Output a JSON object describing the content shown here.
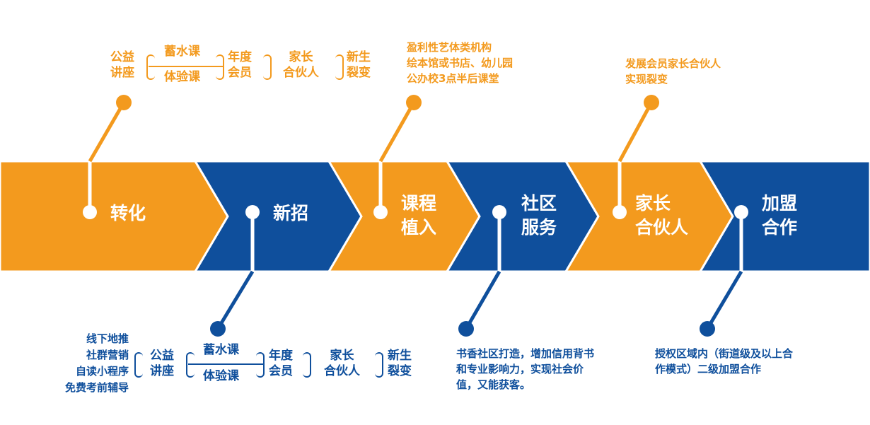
{
  "colors": {
    "orange": "#F39A1E",
    "blue": "#0F4F9C"
  },
  "stages": [
    {
      "label": "转化",
      "color": "orange"
    },
    {
      "label": "新招",
      "color": "blue"
    },
    {
      "label": "课程\n植入",
      "line1": "课程",
      "line2": "植入",
      "color": "orange"
    },
    {
      "label": "社区\n服务",
      "line1": "社区",
      "line2": "服务",
      "color": "blue"
    },
    {
      "label": "家长\n合伙人",
      "line1": "家长",
      "line2": "合伙人",
      "color": "orange"
    },
    {
      "label": "加盟\n合作",
      "line1": "加盟",
      "line2": "合作",
      "color": "blue"
    }
  ],
  "flow_top": {
    "a1": "公益",
    "a2": "讲座",
    "b1": "蓄水课",
    "b2": "体验课",
    "c1": "年度",
    "c2": "会员",
    "d1": "家长",
    "d2": "合伙人",
    "e1": "新生",
    "e2": "裂变"
  },
  "flow_bottom": {
    "src": [
      "线下地推",
      "社群营销",
      "自读小程序",
      "免费考前辅导"
    ],
    "a1": "公益",
    "a2": "讲座",
    "b1": "蓄水课",
    "b2": "体验课",
    "c1": "年度",
    "c2": "会员",
    "d1": "家长",
    "d2": "合伙人",
    "e1": "新生",
    "e2": "裂变"
  },
  "notes": {
    "course": [
      "盈利性艺体类机构",
      "绘本馆或书店、幼儿园",
      "公办校3点半后课堂"
    ],
    "parent": [
      "发展会员家长合伙人",
      "实现裂变"
    ],
    "community": [
      "书香社区打造，增加信用背书",
      "和专业影响力，实现社会价",
      "值，又能获客。"
    ],
    "franchise": [
      "授权区域内（街道级及以上合",
      "作模式）二级加盟合作"
    ]
  }
}
